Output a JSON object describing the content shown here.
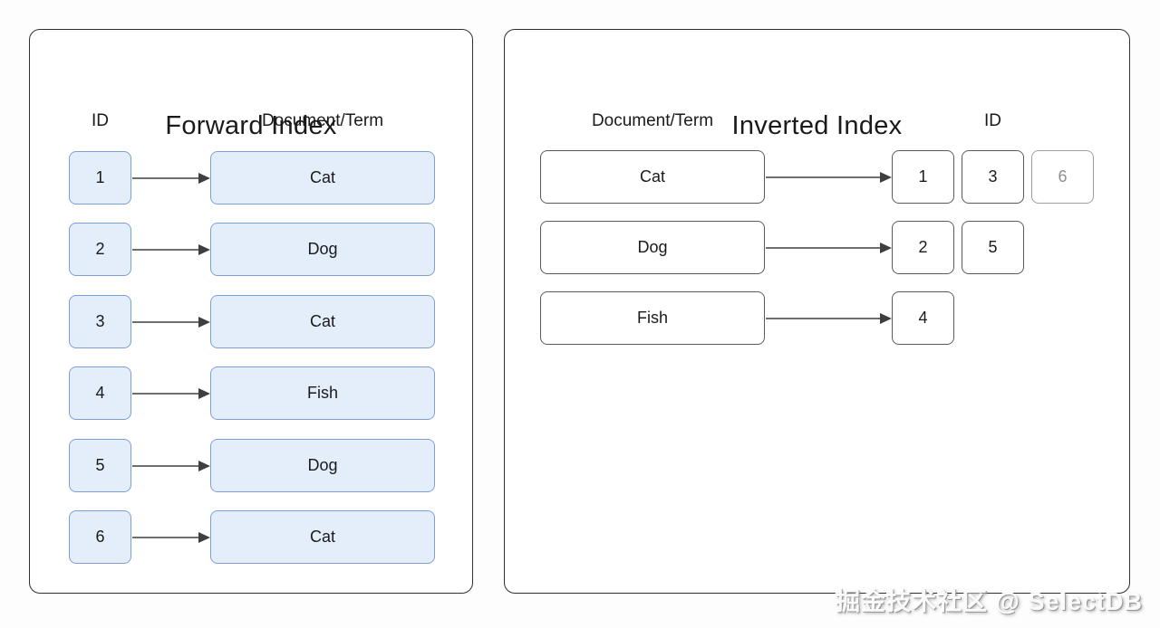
{
  "watermark": {
    "text": "掘金技术社区 @ SelectDB"
  },
  "colors": {
    "panel_border": "#2f2f2f",
    "blue_box_fill": "#e4eefb",
    "blue_box_border": "#7ca0d6",
    "plain_box_border": "#5a5a5a",
    "muted_box_border": "#9f9f9f",
    "muted_box_text": "#8f8f8f",
    "arrow": "#6e6e6e",
    "text": "#1a1a1a"
  },
  "forward_panel": {
    "title": "Forward Index",
    "id_header": "ID",
    "doc_header": "Document/Term",
    "rows": [
      {
        "id": "1",
        "term": "Cat"
      },
      {
        "id": "2",
        "term": "Dog"
      },
      {
        "id": "3",
        "term": "Cat"
      },
      {
        "id": "4",
        "term": "Fish"
      },
      {
        "id": "5",
        "term": "Dog"
      },
      {
        "id": "6",
        "term": "Cat"
      }
    ]
  },
  "inverted_panel": {
    "title": "Inverted Index",
    "doc_header": "Document/Term",
    "id_header": "ID",
    "rows": [
      {
        "term": "Cat",
        "ids": [
          "1",
          "3",
          "6"
        ]
      },
      {
        "term": "Dog",
        "ids": [
          "2",
          "5"
        ]
      },
      {
        "term": "Fish",
        "ids": [
          "4"
        ]
      }
    ]
  }
}
